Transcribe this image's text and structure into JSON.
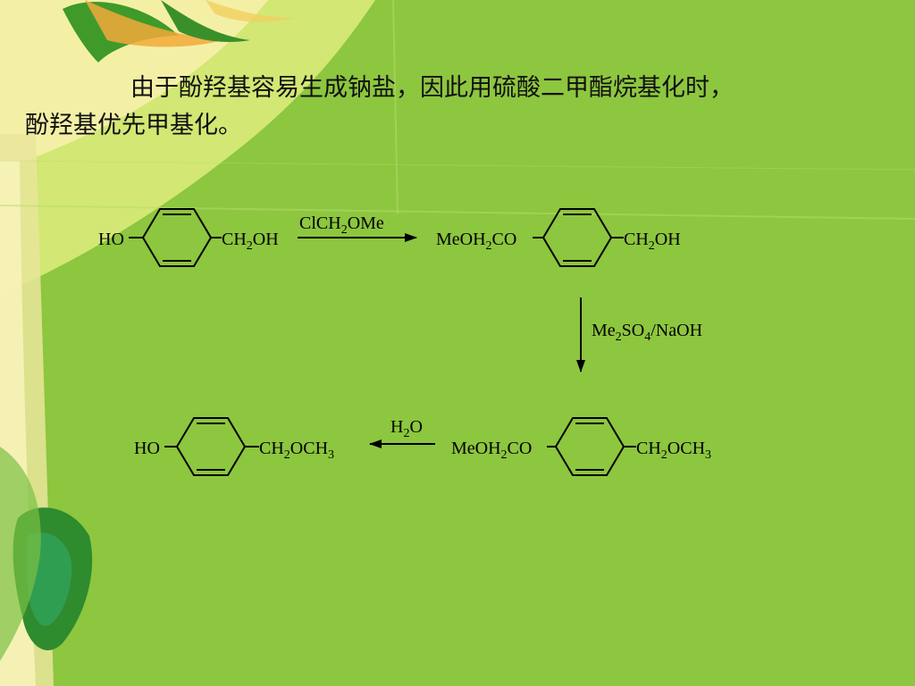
{
  "slide": {
    "paragraph_line1": "由于酚羟基容易生成钠盐，因此用硫酸二甲酯烷基化时，",
    "paragraph_line2": "酚羟基优先甲基化。"
  },
  "scheme": {
    "top_left": {
      "left_group": "HO",
      "right_main": "CH",
      "right_sub": "2",
      "right_tail": "OH"
    },
    "reagent_1": {
      "main": "ClCH",
      "sub": "2",
      "tail": "OMe"
    },
    "top_right": {
      "left_main": "MeOH",
      "left_sub": "2",
      "left_tail": "CO",
      "right_main": "CH",
      "right_sub": "2",
      "right_tail": "OH"
    },
    "reagent_2": {
      "a": "Me",
      "a_sub": "2",
      "b": "SO",
      "b_sub": "4",
      "c": "/NaOH"
    },
    "bottom_right": {
      "left_main": "MeOH",
      "left_sub": "2",
      "left_tail": "CO",
      "right_main": "CH",
      "right_sub": "2",
      "right_mid": "OCH",
      "right_sub2": "3"
    },
    "reagent_3": {
      "main": "H",
      "sub": "2",
      "tail": "O"
    },
    "bottom_left": {
      "left_group": "HO",
      "right_main": "CH",
      "right_sub": "2",
      "right_mid": "OCH",
      "right_sub2": "3"
    }
  }
}
